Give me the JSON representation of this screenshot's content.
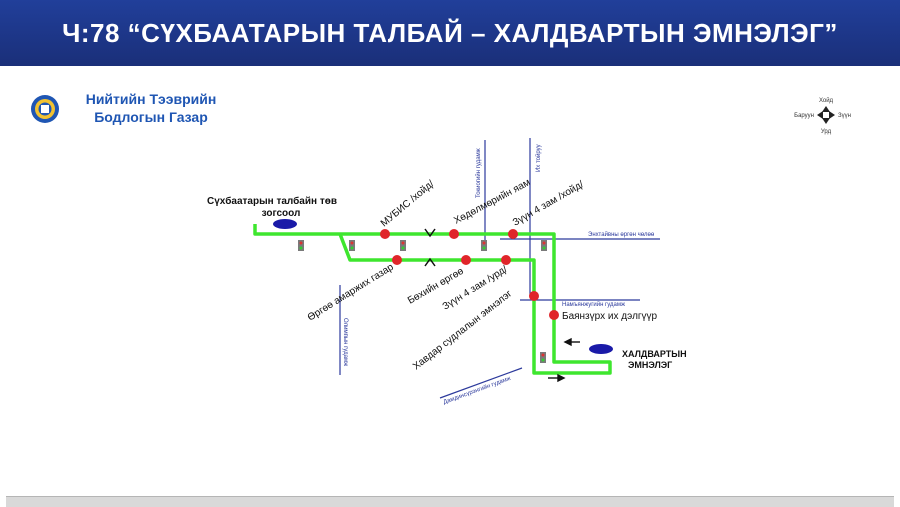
{
  "title": "Ч:78 “СҮХБААТАРЫН ТАЛБАЙ – ХАЛДВАРТЫН ЭМНЭЛЭГ”",
  "organization": {
    "line1": "Нийтийн Тээврийн",
    "line2": "Бодлогын Газар"
  },
  "compass": {
    "north": "Хойд",
    "south": "Урд",
    "east": "Зүүн",
    "west": "Баруун"
  },
  "terminals": {
    "start_line1": "Сүхбаатарын талбайн төв",
    "start_line2": "зогсоол",
    "end_line1": "ХАЛДВАРТЫН",
    "end_line2": "ЭМНЭЛЭГ"
  },
  "stops": {
    "mubis": "МУБИС /хойд/",
    "hudulmuriin_yam": "Хөдөлмөрийн яам",
    "zuun4_north": "Зүүн 4 зам /хойд/",
    "urguu_amarjih": "Өргөө амаржих газар",
    "bokhiin_urguu": "Бөхийн өргөө",
    "zuun4_south": "Зүүн 4 зам /урд/",
    "khavdar": "Хавдар судлалын эмнэлэг",
    "bayanzurkh": "Баянзүрх их дэлгүүр"
  },
  "streets": {
    "tokyo": "Токиогийн гудамж",
    "ikh_toiruu": "Их тойруу",
    "enkhtaivan": "Энхтайвны өргөн чөлөө",
    "namyanjugiin": "Намъянжугийн гудамж",
    "olimp": "Олимпын гудамж",
    "damdinsuren": "Дамдинсүрэнгийн гудамж"
  },
  "colors": {
    "route": "#3ee62e",
    "stop": "#e0252a",
    "terminal": "#1a1aa8",
    "street": "#2c3a9c",
    "title_bg": "#1f3a8f",
    "org_text": "#1f56b3"
  }
}
